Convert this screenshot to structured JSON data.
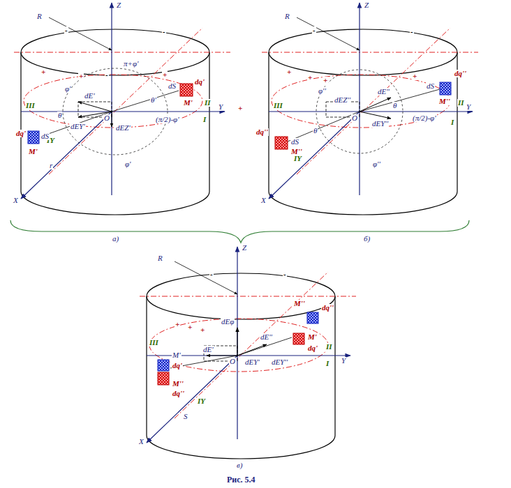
{
  "diagram": {
    "caption": "Рис. 5.4",
    "labels": [
      "R",
      "Z",
      "-",
      "-",
      "-",
      "+",
      "+",
      "+",
      "π+φ'",
      "dq'",
      "dS",
      "III",
      "φ'",
      "dEY'",
      "θ",
      "M'",
      "II",
      "Y",
      "dE'",
      "O",
      "dEZ'",
      "θ'",
      "(π/2)-φ'",
      "I",
      "IY",
      "dq'",
      "dS",
      "M'",
      "r",
      "φ'",
      "X",
      "+",
      "R",
      "Z",
      "-",
      "-",
      "+",
      "+",
      "+",
      "+",
      "dq''",
      "dS",
      "M''",
      "III",
      "φ''",
      "dEZ''",
      "dE''",
      "θ",
      "II",
      "Y",
      "dEY''",
      "(π/2)-φ'",
      "I",
      "IY",
      "θ",
      "O",
      "φ''",
      "dq''",
      "dS",
      "M''",
      "X",
      "а)",
      "б)",
      "R",
      "Z",
      "-",
      "-",
      "+",
      "+",
      "+",
      "M''",
      "dq''",
      "III",
      "dEφ",
      "dE''",
      "dEY''",
      "M'",
      "dq'",
      "dE'",
      "O",
      "dEY'",
      "M'",
      "dq'",
      "M''",
      "dq''",
      "II",
      "I",
      "Y",
      "IY",
      "S",
      "X",
      "в)"
    ]
  }
}
